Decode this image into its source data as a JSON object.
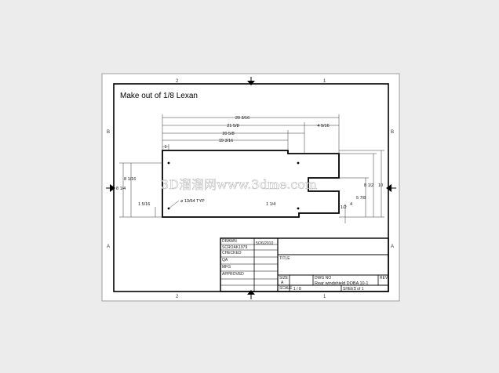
{
  "drawing": {
    "note": "Make out of 1/8 Lexan",
    "watermark": "3D溜溜网www.3dme.com",
    "zone_labels": {
      "top_left": "2",
      "top_right": "1",
      "bottom_left": "2",
      "bottom_right": "1",
      "left_upper": "B",
      "left_lower": "A",
      "right_upper": "B",
      "right_lower": "A"
    },
    "dimensions": {
      "overall_width": "20 3/16",
      "width_to_notch_start": "21 5/8",
      "notch_width": "4 9/16",
      "width_2": "20 5/8",
      "width_3": "19 3/16",
      "left_offset": "1",
      "height_left_outer": "8 1/4",
      "height_left_inner": "8 1/16",
      "hole_offset_left": "1 5/16",
      "hole_offset_right": "1 1/4",
      "hole_callout": "⌀ 13/64 TYP",
      "height_right_outer": "10",
      "height_right_inner": "8 1/2",
      "height_right_notch": "5 7/8",
      "small_dim_a": "4",
      "small_dim_b": "1/2"
    },
    "title_block": {
      "drawn_label": "DRAWN",
      "drawn_by": "SCROAK1979",
      "drawn_date": "5/26/2010",
      "checked_label": "CHECKED",
      "qa_label": "QA",
      "mfg_label": "MFG",
      "approved_label": "APPROVED",
      "title_label": "TITLE",
      "size_label": "SIZE",
      "size_value": "A",
      "dwg_label": "DWG NO",
      "dwg_value": "Rear windshield DOBA 10-1",
      "rev_label": "REV",
      "scale_label": "SCALE",
      "scale_value": "1 / 8",
      "sheet_label": "SHEET",
      "sheet_value": "1   of   1"
    }
  }
}
